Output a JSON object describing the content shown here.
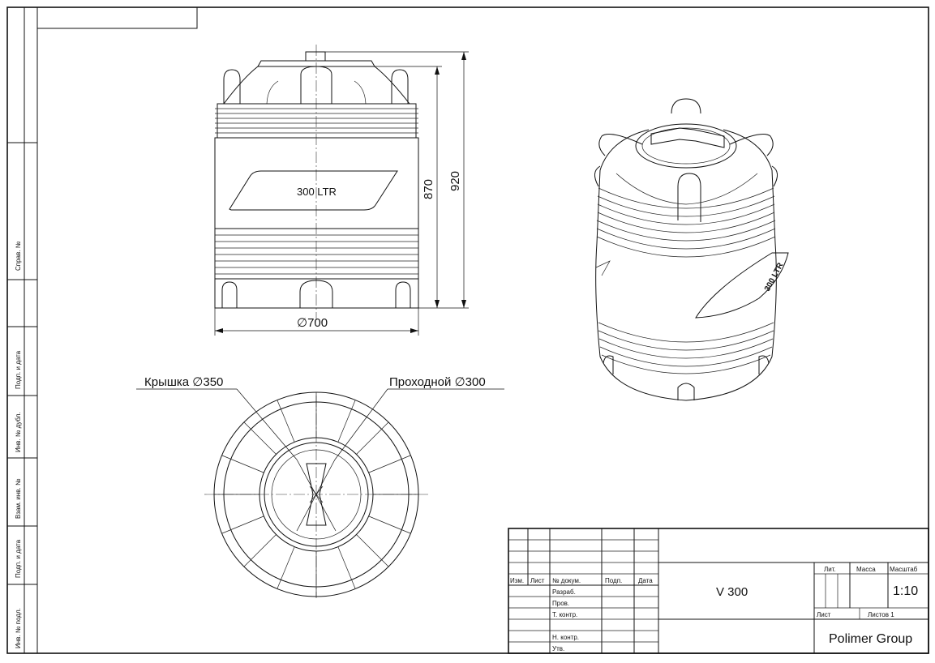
{
  "drawing": {
    "front_view": {
      "label": "300 LTR",
      "dim_height_body": "870",
      "dim_height_total": "920",
      "dim_diameter": "∅700"
    },
    "top_view": {
      "callout_lid": "Крышка ∅350",
      "callout_passage": "Проходной ∅300"
    },
    "iso_view": {
      "label": "300 LTR"
    }
  },
  "side_strip": {
    "sprav": "Справ. №",
    "podp_data_1": "Подп. и дата",
    "inv_dubl": "Инв. № дубл.",
    "vzam_inv": "Взам. инв. №",
    "podp_data_2": "Подп. и дата",
    "inv_podl": "Инв. № подл."
  },
  "title_block": {
    "izm": "Изм.",
    "list": "Лист",
    "n_dokum": "№ докум.",
    "podp": "Подп.",
    "data": "Дата",
    "razrab": "Разраб.",
    "prov": "Пров.",
    "t_kontr": "Т. контр.",
    "n_kontr": "Н. контр.",
    "utv": "Утв.",
    "designation": "V 300",
    "lit": "Лит.",
    "massa": "Масса",
    "masshtab": "Масштаб",
    "scale": "1:10",
    "sheet": "Лист",
    "sheets": "Листов 1",
    "company": "Polimer Group"
  }
}
